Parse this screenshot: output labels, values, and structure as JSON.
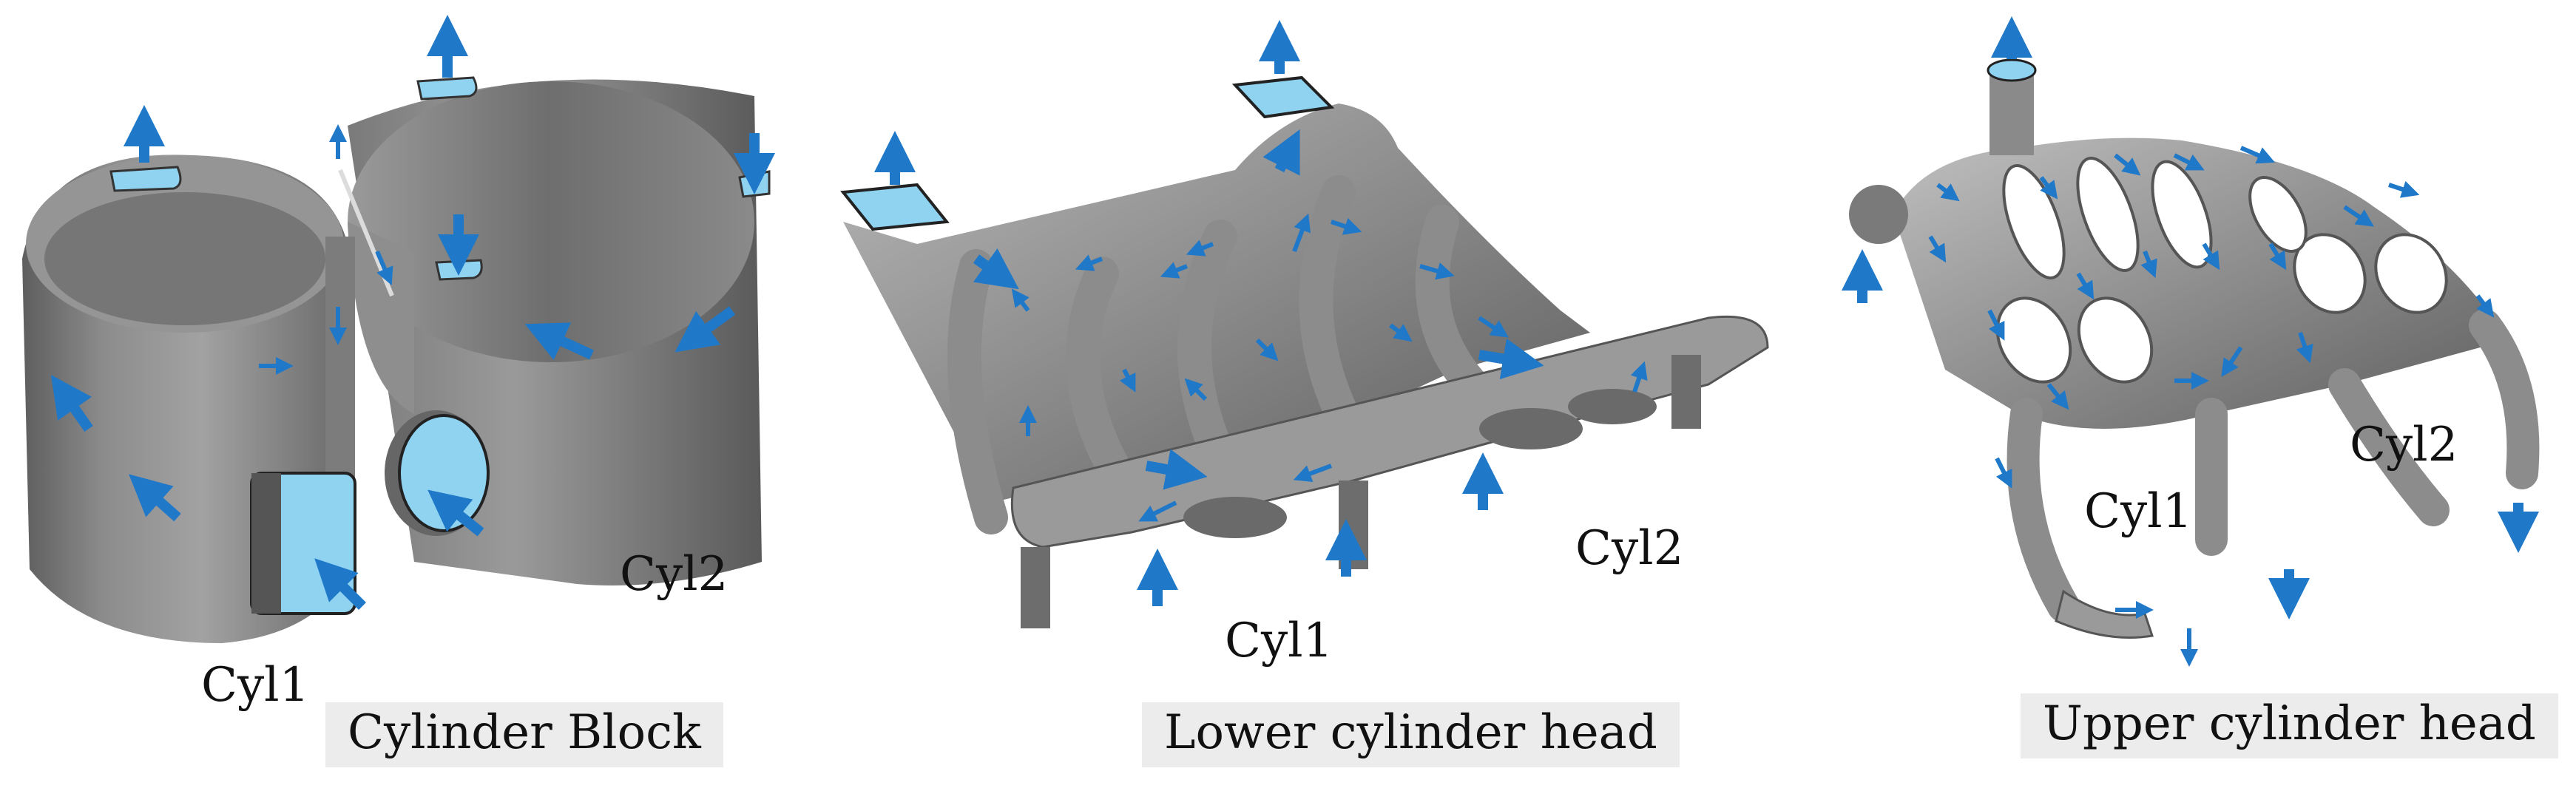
{
  "panels": [
    {
      "caption": "Cylinder Block",
      "cylinders": [
        "Cyl1",
        "Cyl2"
      ]
    },
    {
      "caption": "Lower cylinder head",
      "cylinders": [
        "Cyl1",
        "Cyl2"
      ]
    },
    {
      "caption": "Upper cylinder head",
      "cylinders": [
        "Cyl1",
        "Cyl2"
      ]
    }
  ],
  "colors": {
    "part_metal": "#8a8a8a",
    "support_pad": "#8fd3f0",
    "arrow": "#1f78c8"
  },
  "icons": [
    "force-arrow-icon",
    "support-pad"
  ]
}
